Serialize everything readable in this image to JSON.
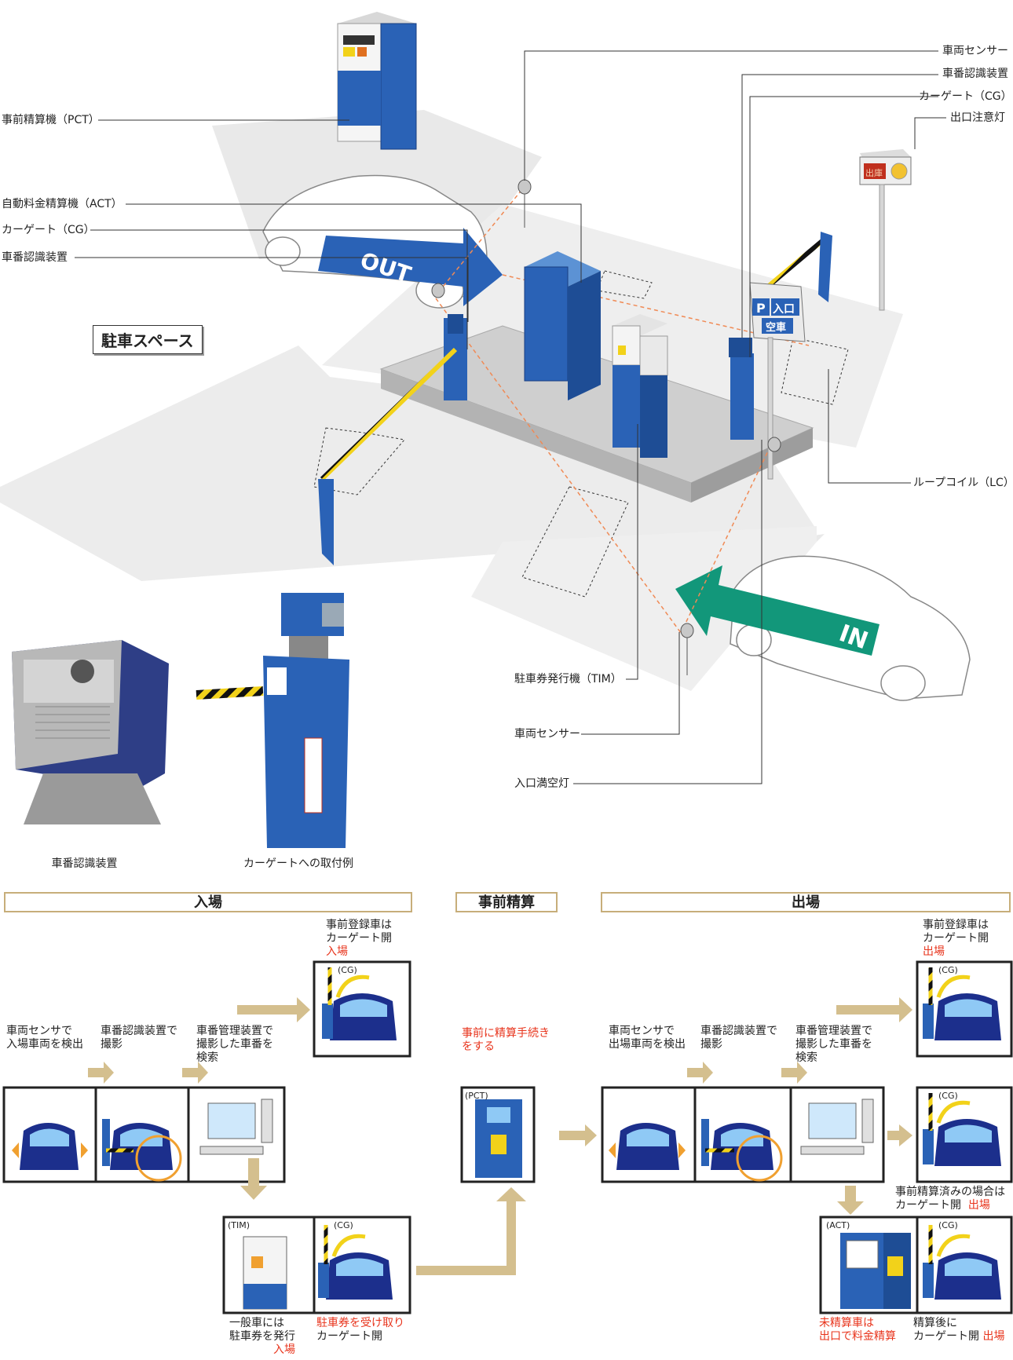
{
  "diagram": {
    "area_label": "駐車スペース",
    "labels_left": {
      "pct": "事前精算機（PCT）",
      "act": "自動料金精算機（ACT）",
      "cg": "カーゲート（CG）",
      "plate_reader": "車番認識装置"
    },
    "labels_right": {
      "vehicle_sensor": "車両センサー",
      "plate_reader": "車番認識装置",
      "cg": "カーゲート（CG）",
      "exit_warning": "出口注意灯",
      "loop_coil": "ループコイル（LC）"
    },
    "labels_bottom": {
      "tim": "駐車券発行機（TIM）",
      "vehicle_sensor": "車両センサー",
      "full_lamp": "入口満空灯"
    },
    "arrows": {
      "out": "OUT",
      "in": "IN"
    },
    "sign": {
      "p": "P",
      "entrance": "入口",
      "vacant": "空車"
    },
    "exit_lamp_text": "出庫"
  },
  "photos": {
    "plate_reader": "車番認識装置",
    "gate_mount": "カーゲートへの取付例"
  },
  "flow": {
    "colors": {
      "accent": "#c7ae7a",
      "arrow": "#d4bf8e",
      "highlight": "#e8341c",
      "car": "#1c2f8c",
      "machine": "#2a62b6",
      "ring": "#f0a030"
    },
    "sections": {
      "entry": "入場",
      "prepay": "事前精算",
      "exit": "出場"
    },
    "entry": {
      "step1": [
        "車両センサで",
        "入場車両を検出"
      ],
      "step2": [
        "車番認識装置で",
        "撮影"
      ],
      "step3": [
        "車番管理装置で",
        "撮影した車番を",
        "検索"
      ],
      "registered": [
        "事前登録車は",
        "カーゲート開"
      ],
      "registered_red": "入場",
      "general": [
        "一般車には",
        "駐車券を発行"
      ],
      "general_red": "入場",
      "ticket_red": "駐車券を受け取り",
      "ticket": "カーゲート開"
    },
    "prepay": {
      "text_red": [
        "事前に精算手続き",
        "をする"
      ]
    },
    "exit": {
      "step1": [
        "車両センサで",
        "出場車両を検出"
      ],
      "step2": [
        "車番認識装置で",
        "撮影"
      ],
      "step3": [
        "車番管理装置で",
        "撮影した車番を",
        "検索"
      ],
      "registered": [
        "事前登録車は",
        "カーゲート開"
      ],
      "registered_red": "出場",
      "prepaid": [
        "事前精算済みの場合は",
        "カーゲート開"
      ],
      "prepaid_red": "出場",
      "unpaid_red": [
        "未精算車は",
        "出口で料金精算"
      ],
      "after": [
        "精算後に",
        "カーゲート開"
      ],
      "after_red": "出場"
    },
    "tags": {
      "cg": "(CG)",
      "tim": "(TIM)",
      "pct": "(PCT)",
      "act": "(ACT)"
    }
  }
}
